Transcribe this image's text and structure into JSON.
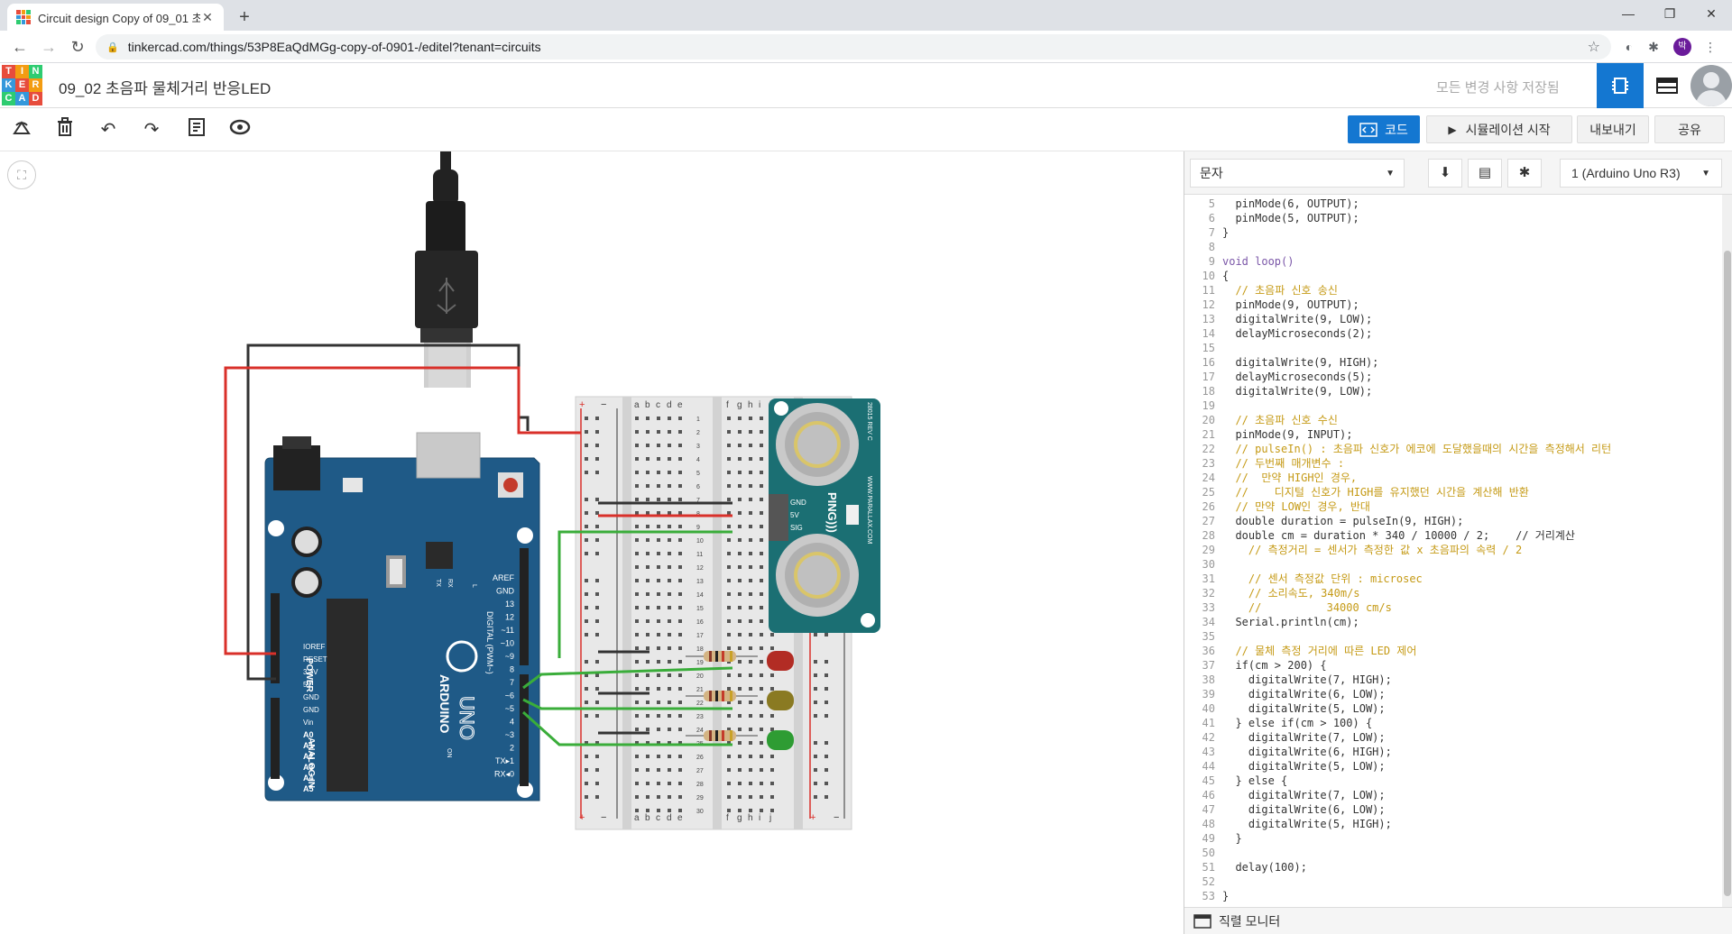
{
  "browser": {
    "tab_title": "Circuit design Copy of 09_01 초",
    "url": "tinkercad.com/things/53P8EaQdMGg-copy-of-0901-/editel?tenant=circuits",
    "profile_initial": "박"
  },
  "header": {
    "logo_letters": [
      "T",
      "I",
      "N",
      "K",
      "E",
      "R",
      "C",
      "A",
      "D"
    ],
    "project_title": "09_02 초음파 물체거리 반응LED",
    "saved_message": "모든 변경 사항 저장됨"
  },
  "toolbar": {
    "code_label": "코드",
    "simulate_label": "시뮬레이션 시작",
    "export_label": "내보내기",
    "share_label": "공유"
  },
  "code_panel": {
    "mode": "문자",
    "device": "1 (Arduino Uno R3)",
    "serial_monitor": "직렬 모니터",
    "lines": [
      {
        "n": "5",
        "t": "  pinMode(6, OUTPUT);"
      },
      {
        "n": "6",
        "t": "  pinMode(5, OUTPUT);"
      },
      {
        "n": "7",
        "t": "}"
      },
      {
        "n": "8",
        "t": ""
      },
      {
        "n": "9",
        "t": "void loop()"
      },
      {
        "n": "10",
        "t": "{"
      },
      {
        "n": "11",
        "t": "  // 초음파 신호 송신"
      },
      {
        "n": "12",
        "t": "  pinMode(9, OUTPUT);"
      },
      {
        "n": "13",
        "t": "  digitalWrite(9, LOW);"
      },
      {
        "n": "14",
        "t": "  delayMicroseconds(2);"
      },
      {
        "n": "15",
        "t": ""
      },
      {
        "n": "16",
        "t": "  digitalWrite(9, HIGH);"
      },
      {
        "n": "17",
        "t": "  delayMicroseconds(5);"
      },
      {
        "n": "18",
        "t": "  digitalWrite(9, LOW);"
      },
      {
        "n": "19",
        "t": ""
      },
      {
        "n": "20",
        "t": "  // 초음파 신호 수신"
      },
      {
        "n": "21",
        "t": "  pinMode(9, INPUT);"
      },
      {
        "n": "22",
        "t": "  // pulseIn() : 초음파 신호가 에코에 도달했을때의 시간을 측정해서 리턴"
      },
      {
        "n": "23",
        "t": "  // 두번째 매개변수 :"
      },
      {
        "n": "24",
        "t": "  //  만약 HIGH인 경우,"
      },
      {
        "n": "25",
        "t": "  //    디지털 신호가 HIGH를 유지했던 시간을 계산해 반환"
      },
      {
        "n": "26",
        "t": "  // 만약 LOW인 경우, 반대"
      },
      {
        "n": "27",
        "t": "  double duration = pulseIn(9, HIGH);"
      },
      {
        "n": "28",
        "t": "  double cm = duration * 340 / 10000 / 2;    // 거리계산"
      },
      {
        "n": "29",
        "t": "    // 측정거리 = 센서가 측정한 값 x 초음파의 속력 / 2"
      },
      {
        "n": "30",
        "t": ""
      },
      {
        "n": "31",
        "t": "    // 센서 측정값 단위 : microsec"
      },
      {
        "n": "32",
        "t": "    // 소리속도, 340m/s"
      },
      {
        "n": "33",
        "t": "    //          34000 cm/s"
      },
      {
        "n": "34",
        "t": "  Serial.println(cm);"
      },
      {
        "n": "35",
        "t": ""
      },
      {
        "n": "36",
        "t": "  // 물체 측정 거리에 따른 LED 제어"
      },
      {
        "n": "37",
        "t": "  if(cm > 200) {"
      },
      {
        "n": "38",
        "t": "    digitalWrite(7, HIGH);"
      },
      {
        "n": "39",
        "t": "    digitalWrite(6, LOW);"
      },
      {
        "n": "40",
        "t": "    digitalWrite(5, LOW);"
      },
      {
        "n": "41",
        "t": "  } else if(cm > 100) {"
      },
      {
        "n": "42",
        "t": "    digitalWrite(7, LOW);"
      },
      {
        "n": "43",
        "t": "    digitalWrite(6, HIGH);"
      },
      {
        "n": "44",
        "t": "    digitalWrite(5, LOW);"
      },
      {
        "n": "45",
        "t": "  } else {"
      },
      {
        "n": "46",
        "t": "    digitalWrite(7, LOW);"
      },
      {
        "n": "47",
        "t": "    digitalWrite(6, LOW);"
      },
      {
        "n": "48",
        "t": "    digitalWrite(5, HIGH);"
      },
      {
        "n": "49",
        "t": "  }"
      },
      {
        "n": "50",
        "t": ""
      },
      {
        "n": "51",
        "t": "  delay(100);"
      },
      {
        "n": "52",
        "t": ""
      },
      {
        "n": "53",
        "t": "}"
      }
    ]
  },
  "circuit": {
    "board_labels": {
      "brand": "ARDUINO",
      "model": "UNO",
      "power": "POWER",
      "analog": "ANALOG IN",
      "digital": "DIGITAL (PWM~)",
      "on": "ON",
      "tx": "TX",
      "rx": "RX",
      "l": "L",
      "power_pins": [
        "IOREF",
        "RESET",
        "3.3V",
        "5V",
        "GND",
        "GND",
        "Vin"
      ],
      "analog_pins": [
        "A0",
        "A1",
        "A2",
        "A3",
        "A4",
        "A5"
      ],
      "digital_pins": [
        "AREF",
        "GND",
        "13",
        "12",
        "~11",
        "~10",
        "~9",
        "8",
        "7",
        "~6",
        "~5",
        "4",
        "~3",
        "2",
        "TX▸1",
        "RX◂0"
      ]
    },
    "breadboard": {
      "cols_left": [
        "a",
        "b",
        "c",
        "d",
        "e"
      ],
      "cols_right": [
        "f",
        "g",
        "h",
        "i",
        "j"
      ],
      "plus": "+",
      "minus": "−"
    },
    "sensor": {
      "name": "PING)))",
      "url": "WWW.PARALLAX.COM",
      "rev": "28015 REV C",
      "pins": [
        "GND",
        "5V",
        "SIG"
      ]
    },
    "colors": {
      "board": "#1f5a87",
      "wire_red": "#d9302a",
      "wire_black": "#333333",
      "wire_green": "#3aad3a",
      "led_red": "#b22c24",
      "led_yellow": "#8a7a22",
      "led_green": "#2e9c33",
      "sensor": "#1b6f73"
    }
  }
}
